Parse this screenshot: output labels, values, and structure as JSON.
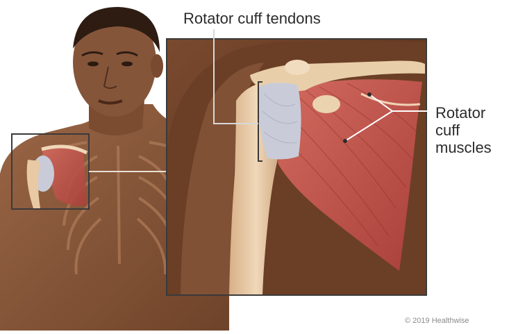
{
  "labels": {
    "tendons": "Rotator cuff tendons",
    "muscles_line1": "Rotator",
    "muscles_line2": "cuff",
    "muscles_line3": "muscles"
  },
  "copyright": "© 2019 Healthwise",
  "colors": {
    "skin": "#8a5a3c",
    "skin_dark": "#5b3622",
    "bone": "#e8c9a3",
    "muscle": "#c4564d",
    "tendon": "#c9ccd8",
    "frame": "#3a3a3a",
    "leader_line": "#ffffff"
  }
}
